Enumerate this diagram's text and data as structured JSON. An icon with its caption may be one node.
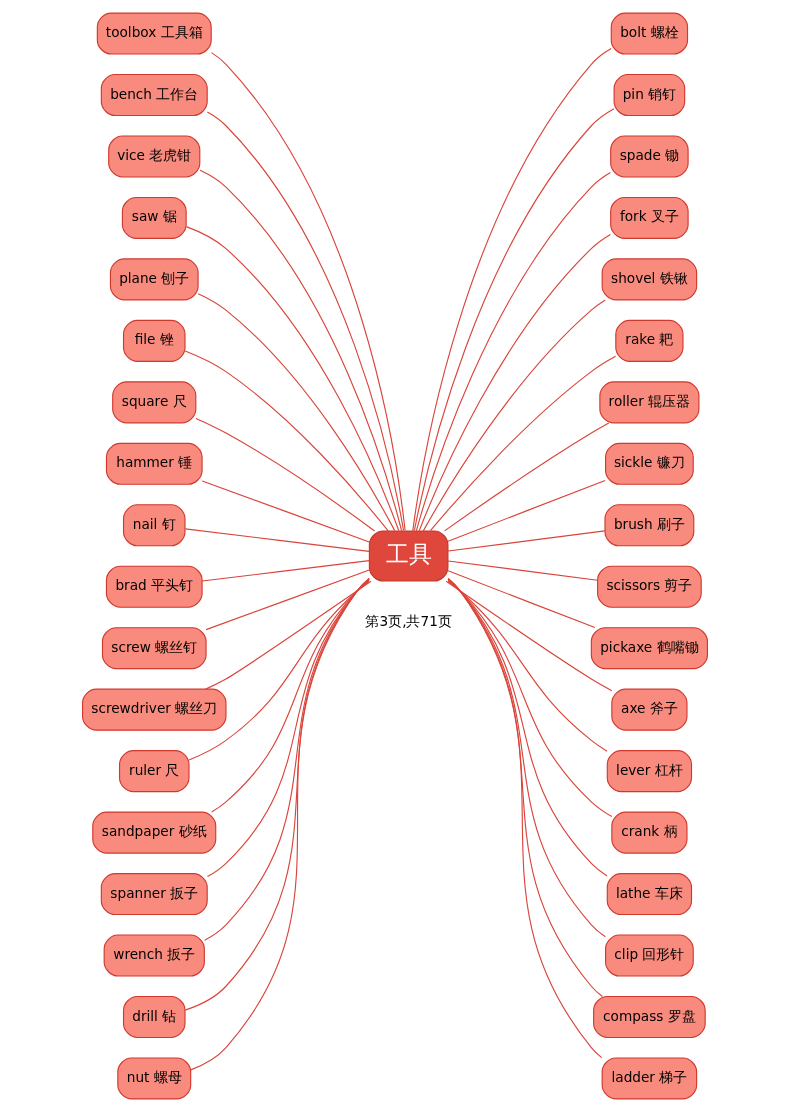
{
  "diagram": {
    "nodes": [
      {
        "text": [
          "工具"
        ]
      },
      {
        "text": [
          "toolbox 工具箱"
        ]
      },
      {
        "text": [
          "bench 工作台"
        ]
      },
      {
        "text": [
          "vice 老虎钳"
        ]
      },
      {
        "text": [
          "saw 锯"
        ]
      },
      {
        "text": [
          "plane 刨子"
        ]
      },
      {
        "text": [
          "file 锉"
        ]
      },
      {
        "text": [
          "square 尺"
        ]
      },
      {
        "text": [
          "hammer 锤"
        ]
      },
      {
        "text": [
          "nail 钉"
        ]
      },
      {
        "text": [
          "brad 平头钉"
        ]
      },
      {
        "text": [
          "screw 螺丝钉"
        ]
      },
      {
        "text": [
          "screwdriver 螺丝刀"
        ]
      },
      {
        "text": [
          "ruler 尺"
        ]
      },
      {
        "text": [
          "sandpaper 砂纸"
        ]
      },
      {
        "text": [
          "spanner 扳子"
        ]
      },
      {
        "text": [
          "wrench 扳子"
        ]
      },
      {
        "text": [
          "drill 钻"
        ]
      },
      {
        "text": [
          "nut 螺母"
        ]
      },
      {
        "text": [
          "bolt 螺栓"
        ]
      },
      {
        "text": [
          "pin 销钉"
        ]
      },
      {
        "text": [
          "spade 锄"
        ]
      },
      {
        "text": [
          "fork 叉子"
        ]
      },
      {
        "text": [
          "shovel 铁锹"
        ]
      },
      {
        "text": [
          "rake 耙"
        ]
      },
      {
        "text": [
          "roller 辊压器"
        ]
      },
      {
        "text": [
          "sickle 镰刀"
        ]
      },
      {
        "text": [
          "brush 刷子"
        ]
      },
      {
        "text": [
          "scissors 剪子"
        ]
      },
      {
        "text": [
          "pickaxe 鹤嘴锄"
        ]
      },
      {
        "text": [
          "axe 斧子"
        ]
      },
      {
        "text": [
          "lever 杠杆"
        ]
      },
      {
        "text": [
          "crank 柄"
        ]
      },
      {
        "text": [
          "lathe 车床"
        ]
      },
      {
        "text": [
          "clip 回形针"
        ]
      },
      {
        "text": [
          "compass 罗盘"
        ]
      },
      {
        "text": [
          "ladder 梯子"
        ]
      }
    ],
    "edges": [
      {
        "from": 0,
        "to": 1,
        "arrow": "none"
      },
      {
        "from": 0,
        "to": 2,
        "arrow": "none"
      },
      {
        "from": 0,
        "to": 3,
        "arrow": "none"
      },
      {
        "from": 0,
        "to": 4,
        "arrow": "none"
      },
      {
        "from": 0,
        "to": 5,
        "arrow": "none"
      },
      {
        "from": 0,
        "to": 6,
        "arrow": "none"
      },
      {
        "from": 0,
        "to": 7,
        "arrow": "none"
      },
      {
        "from": 0,
        "to": 8,
        "arrow": "none"
      },
      {
        "from": 0,
        "to": 9,
        "arrow": "none"
      },
      {
        "from": 0,
        "to": 10,
        "arrow": "none"
      },
      {
        "from": 0,
        "to": 11,
        "arrow": "none"
      },
      {
        "from": 0,
        "to": 12,
        "arrow": "none"
      },
      {
        "from": 0,
        "to": 13,
        "arrow": "none"
      },
      {
        "from": 0,
        "to": 14,
        "arrow": "none"
      },
      {
        "from": 0,
        "to": 15,
        "arrow": "none"
      },
      {
        "from": 0,
        "to": 16,
        "arrow": "none"
      },
      {
        "from": 0,
        "to": 17,
        "arrow": "none"
      },
      {
        "from": 0,
        "to": 18,
        "arrow": "none"
      },
      {
        "from": 0,
        "to": 19,
        "arrow": "none"
      },
      {
        "from": 0,
        "to": 20,
        "arrow": "none"
      },
      {
        "from": 0,
        "to": 21,
        "arrow": "none"
      },
      {
        "from": 0,
        "to": 22,
        "arrow": "none"
      },
      {
        "from": 0,
        "to": 23,
        "arrow": "none"
      },
      {
        "from": 0,
        "to": 24,
        "arrow": "none"
      },
      {
        "from": 0,
        "to": 25,
        "arrow": "none"
      },
      {
        "from": 0,
        "to": 26,
        "arrow": "none"
      },
      {
        "from": 0,
        "to": 27,
        "arrow": "none"
      },
      {
        "from": 0,
        "to": 28,
        "arrow": "none"
      },
      {
        "from": 0,
        "to": 29,
        "arrow": "none"
      },
      {
        "from": 0,
        "to": 30,
        "arrow": "none"
      },
      {
        "from": 0,
        "to": 31,
        "arrow": "none"
      },
      {
        "from": 0,
        "to": 32,
        "arrow": "none"
      },
      {
        "from": 0,
        "to": 33,
        "arrow": "none"
      },
      {
        "from": 0,
        "to": 34,
        "arrow": "none"
      },
      {
        "from": 0,
        "to": 35,
        "arrow": "none"
      },
      {
        "from": 0,
        "to": 36,
        "arrow": "none"
      }
    ],
    "labels": [
      "第3页,共71页"
    ]
  }
}
